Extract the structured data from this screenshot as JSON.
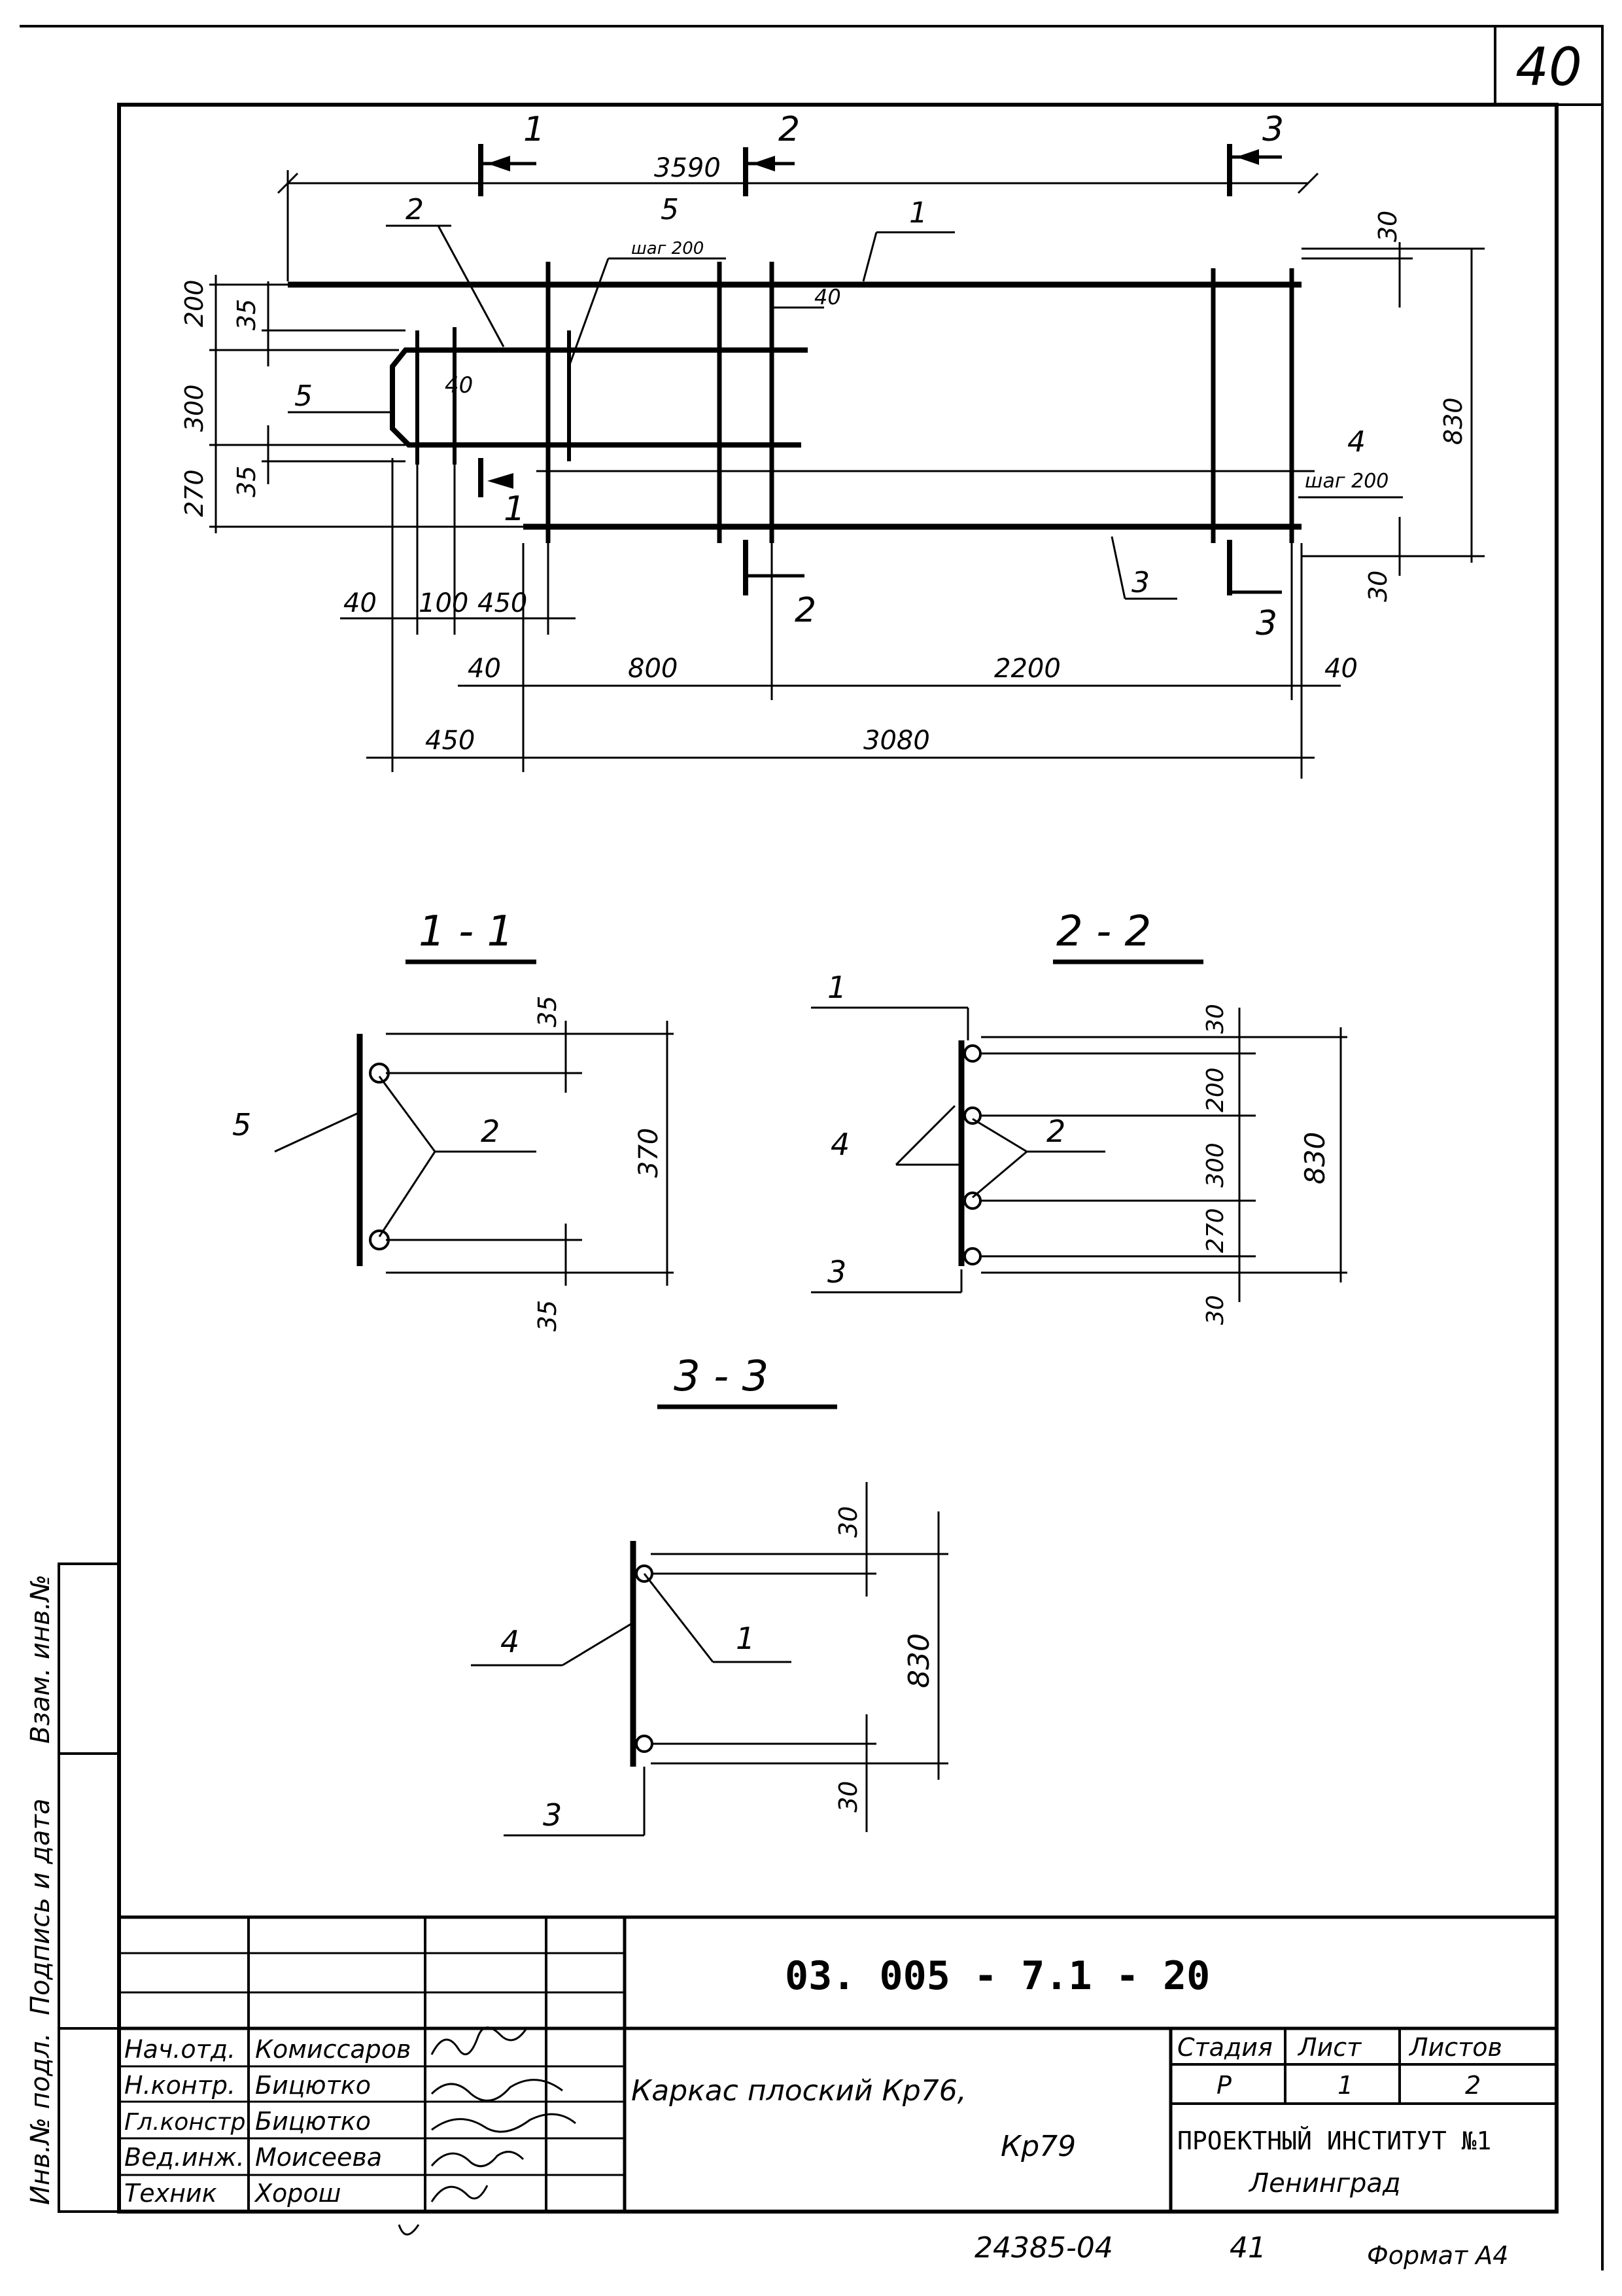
{
  "sheet_corner_number": "40",
  "plan": {
    "section_marks": [
      {
        "id": "1",
        "label": "1"
      },
      {
        "id": "2",
        "label": "2"
      },
      {
        "id": "3",
        "label": "3"
      }
    ],
    "dim_overall_top": "3590",
    "callouts": {
      "pos1": "1",
      "pos2": "2",
      "pos3": "3",
      "pos4": "4",
      "pos4_step": "шаг 200",
      "pos5_top": "5",
      "pos5_step": "шаг 200",
      "pos5_left": "5"
    },
    "dims_left": [
      "200",
      "35",
      "300",
      "270",
      "35"
    ],
    "dims_right": [
      "30",
      "830",
      "30"
    ],
    "dim_small_40_top": "40",
    "dim_bend_40": "40",
    "dims_bottom_row1": [
      "40",
      "100",
      "450"
    ],
    "dims_bottom_row2": [
      "40",
      "800",
      "2200",
      "40"
    ],
    "dims_bottom_row3": [
      "450",
      "3080"
    ]
  },
  "section_1_1": {
    "title": "1 - 1",
    "labels": [
      "5",
      "2"
    ],
    "dims": [
      "35",
      "370",
      "35"
    ]
  },
  "section_2_2": {
    "title": "2 - 2",
    "labels": [
      "1",
      "4",
      "2",
      "3"
    ],
    "dims": [
      "30",
      "200",
      "300",
      "270",
      "30",
      "830"
    ]
  },
  "section_3_3": {
    "title": "3 - 3",
    "labels": [
      "4",
      "1",
      "3"
    ],
    "dims": [
      "30",
      "830",
      "30"
    ]
  },
  "side_stamps": {
    "inv_orig": "Инв.№ подл.",
    "sign_date": "Подпись и дата",
    "inv_repl": "Взам. инв.№"
  },
  "title_block": {
    "doc_code": "03. 005 - 7.1 - 20",
    "staff": [
      {
        "role": "Нач.отд.",
        "name": "Комиссаров"
      },
      {
        "role": "Н.контр.",
        "name": "Бицютко"
      },
      {
        "role": "Гл.констр.",
        "name": "Бицютко"
      },
      {
        "role": "Вед.инж.",
        "name": "Моисеева"
      },
      {
        "role": "Техник",
        "name": "Хорош"
      }
    ],
    "title_line1": "Каркас плоский Кр76,",
    "title_line2": "Кр79",
    "stage_header": "Стадия",
    "sheet_header": "Лист",
    "sheets_header": "Листов",
    "stage_value": "Р",
    "sheet_value": "1",
    "sheets_value": "2",
    "org_name": "ПРОЕКТНЫЙ ИНСТИТУТ №1",
    "org_city": "Ленинград"
  },
  "footer": {
    "archive_no": "24385-04",
    "page_no": "41",
    "format": "Формат А4"
  }
}
